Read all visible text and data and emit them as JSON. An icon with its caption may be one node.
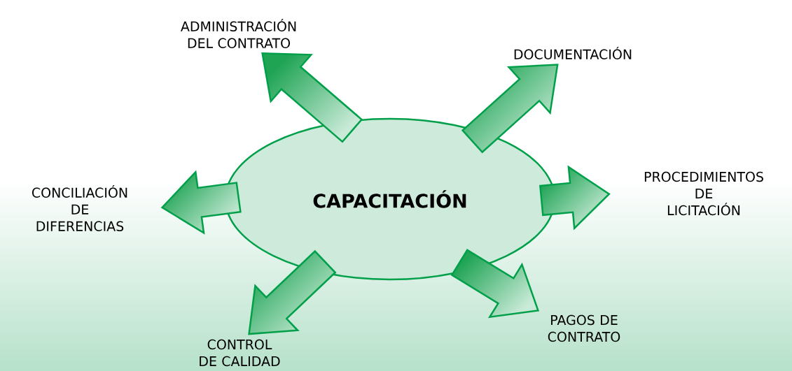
{
  "diagram": {
    "nodes": [
      {
        "text": [
          "CAPACITACIÓN"
        ]
      },
      {
        "text": [
          "ADMINISTRACIÓN DEL CONTRATO"
        ]
      },
      {
        "text": [
          "DOCUMENTACIÓN"
        ]
      },
      {
        "text": [
          "PROCEDIMIENTOS DE LICITACIÓN"
        ]
      },
      {
        "text": [
          "PAGOS DE CONTRATO"
        ]
      },
      {
        "text": [
          "CONTROL DE CALIDAD"
        ]
      },
      {
        "text": [
          "CONCILIACIÓN DE DIFERENCIAS"
        ]
      }
    ],
    "edges": [
      {
        "from": 0,
        "to": 1,
        "arrow": "to"
      },
      {
        "from": 0,
        "to": 2,
        "arrow": "to"
      },
      {
        "from": 0,
        "to": 3,
        "arrow": "to"
      },
      {
        "from": 0,
        "to": 4,
        "arrow": "to"
      },
      {
        "from": 0,
        "to": 5,
        "arrow": "to"
      },
      {
        "from": 0,
        "to": 6,
        "arrow": "to"
      }
    ]
  }
}
